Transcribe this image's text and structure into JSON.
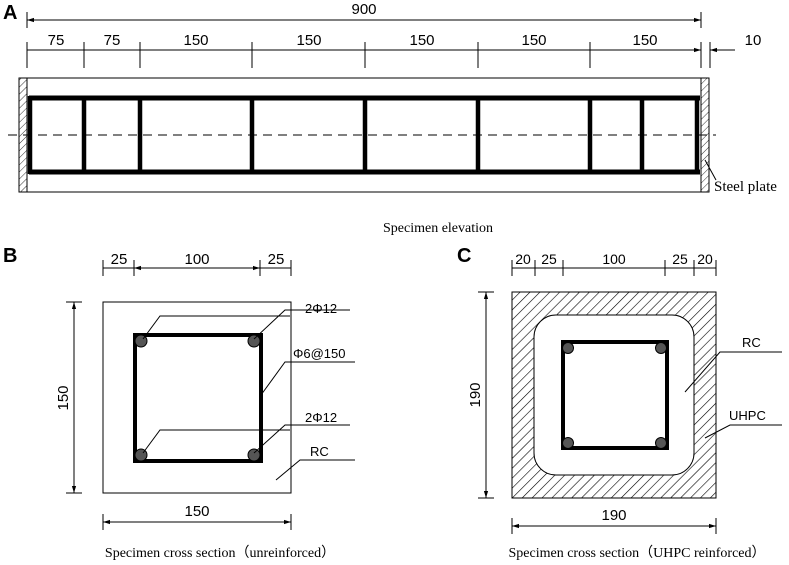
{
  "panels": {
    "a": {
      "letter": "A",
      "total": "900",
      "segments": [
        "75",
        "75",
        "150",
        "150",
        "150",
        "150",
        "150"
      ],
      "plate": "10",
      "steel_plate_label": "Steel plate",
      "caption": "Specimen elevation"
    },
    "b": {
      "letter": "B",
      "top_dims": [
        "25",
        "100",
        "25"
      ],
      "height": "150",
      "width": "150",
      "rebar_top": "2Φ12",
      "stirrup": "Φ6@150",
      "rebar_bottom": "2Φ12",
      "material": "RC",
      "caption": "Specimen cross section（unreinforced）"
    },
    "c": {
      "letter": "C",
      "top_dims": [
        "20",
        "25",
        "100",
        "25",
        "20"
      ],
      "height": "190",
      "width": "190",
      "material_core": "RC",
      "material_jacket": "UHPC",
      "caption": "Specimen cross section（UHPC reinforced）"
    }
  }
}
